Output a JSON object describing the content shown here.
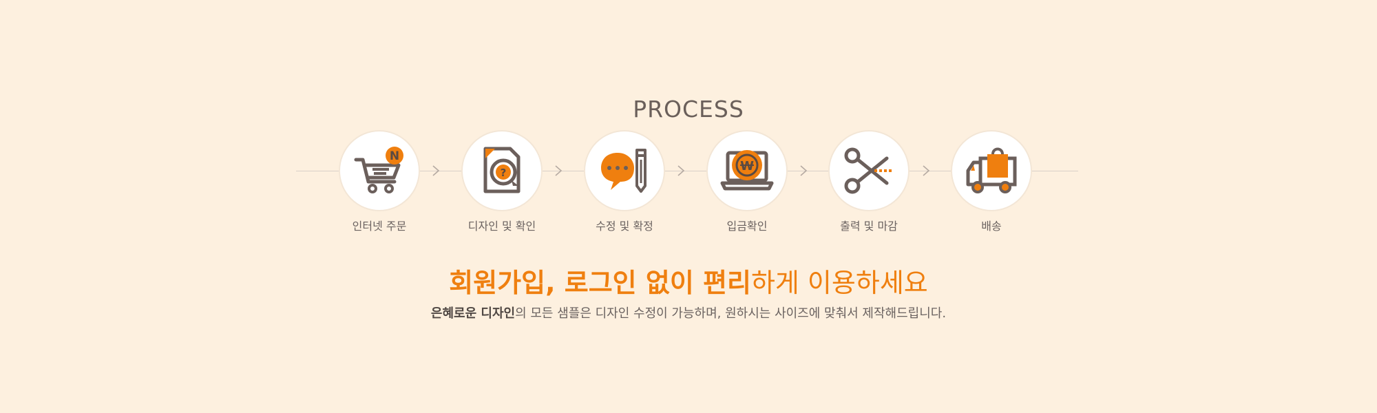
{
  "section": {
    "title": "PROCESS"
  },
  "steps": [
    {
      "label": "인터넷 주문",
      "icon": "cart-icon",
      "badge": "N"
    },
    {
      "label": "디자인 및 확인",
      "icon": "document-question-icon",
      "badge": "?"
    },
    {
      "label": "수정 및 확정",
      "icon": "chat-pencil-icon"
    },
    {
      "label": "입금확인",
      "icon": "laptop-won-icon",
      "badge": "W"
    },
    {
      "label": "출력 및 마감",
      "icon": "scissors-icon"
    },
    {
      "label": "배송",
      "icon": "delivery-truck-icon"
    }
  ],
  "headline": {
    "strong": "회원가입, 로그인 없이 편리",
    "light": "하게 이용하세요"
  },
  "subtext": {
    "strong": "은혜로운 디자인",
    "rest": "의 모든 샘플은 디자인 수정이 가능하며, 원하시는 사이즈에 맞춰서 제작해드립니다."
  },
  "colors": {
    "background": "#fdf0df",
    "accent": "#ef7f0f",
    "icon_stroke": "#6b5f5b"
  }
}
